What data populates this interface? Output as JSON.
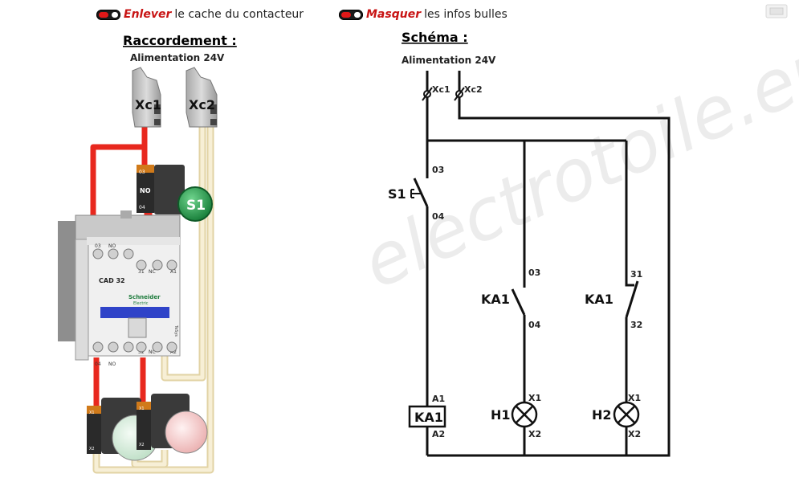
{
  "toggles": {
    "cover": {
      "action": "Enlever",
      "rest": "le cache du contacteur"
    },
    "bubbles": {
      "action": "Masquer",
      "rest": "les infos bulles"
    }
  },
  "wiring": {
    "title": "Raccordement :",
    "supply": "Alimentation 24V",
    "terminal_1": "Xc1",
    "terminal_2": "Xc2",
    "pushbutton_contact": "NO",
    "pushbutton_term_top": "03",
    "pushbutton_term_bottom": "04",
    "pushbutton_name": "S1",
    "contactor": {
      "model": "CAD 32",
      "brand_1": "Schneider",
      "brand_2": "Electric",
      "series": "TeSys",
      "top_terms": [
        "03",
        "NO",
        "31",
        "NC",
        "A1"
      ],
      "bottom_terms": [
        "04",
        "NO",
        "32",
        "NC",
        "A2"
      ]
    },
    "lamp_terms_top": [
      "X1",
      "X1"
    ],
    "lamp_terms_bottom": [
      "X2",
      "X2"
    ]
  },
  "schematic": {
    "title": "Schéma :",
    "supply": "Alimentation 24V",
    "fuse_1": "Xc1",
    "fuse_2": "Xc2",
    "s1": {
      "name": "S1",
      "term_top": "03",
      "term_bottom": "04"
    },
    "ka1_no": {
      "name": "KA1",
      "term_top": "03",
      "term_bottom": "04"
    },
    "ka1_nc": {
      "name": "KA1",
      "term_top": "31",
      "term_bottom": "32"
    },
    "coil": {
      "name": "KA1",
      "term_top": "A1",
      "term_bottom": "A2"
    },
    "h1": {
      "name": "H1",
      "term_top": "X1",
      "term_bottom": "X2"
    },
    "h2": {
      "name": "H2",
      "term_top": "X1",
      "term_bottom": "X2"
    }
  },
  "watermark": "electrotoile.eu",
  "colors": {
    "wire_red": "#e8281e",
    "wire_beige": "#f3e7c2",
    "green_button": "#1f9a46",
    "accent_red": "#c81414"
  }
}
